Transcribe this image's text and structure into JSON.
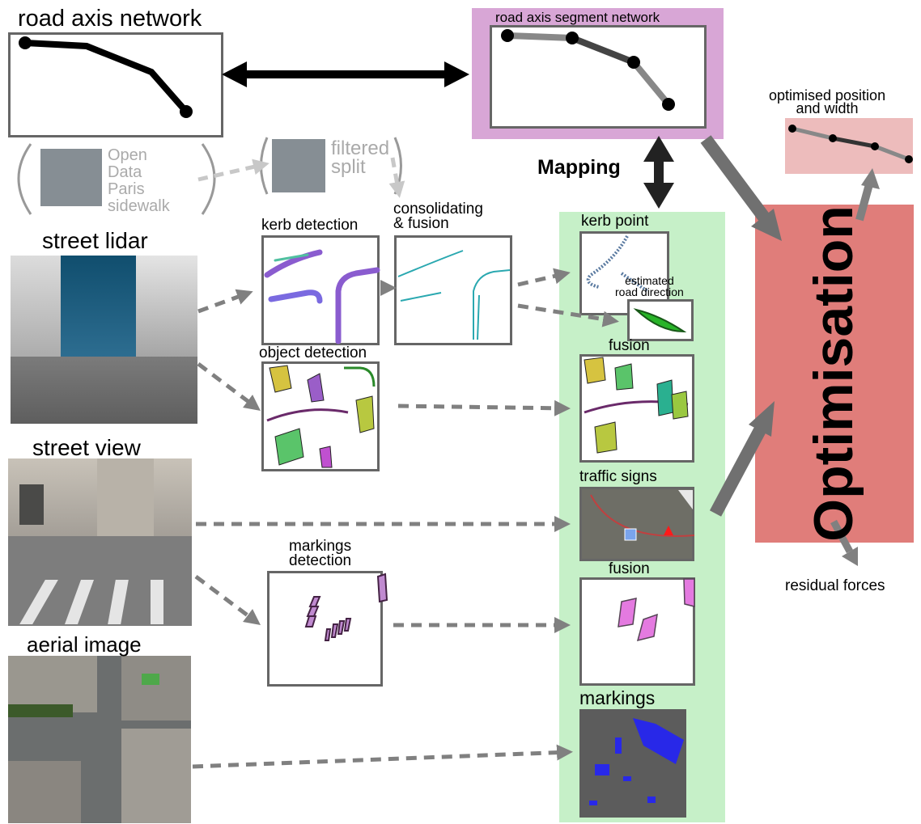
{
  "colors": {
    "mapping_panel": "#c6f0c8",
    "segment_panel": "#d8a6d6",
    "optimisation_panel": "#e07d7a",
    "optimised_panel": "#edbcbc",
    "arrow_gray": "#808080",
    "box_border": "#666666"
  },
  "labels": {
    "road_axis_network": "road axis network",
    "road_axis_segment_network": "road axis segment network",
    "open_data_paris_sidewalk": [
      "Open",
      "Data",
      "Paris",
      "sidewalk"
    ],
    "filtered_split": [
      "filtered",
      "split"
    ],
    "mapping": "Mapping",
    "optimised_position": [
      "optimised position",
      "and width"
    ],
    "street_lidar": "street lidar",
    "kerb_detection": "kerb detection",
    "consolidating_fusion": [
      "consolidating",
      "& fusion"
    ],
    "kerb_point": "kerb point",
    "estimated_road_direction": [
      "estimated",
      "road direction"
    ],
    "object_detection": "object detection",
    "fusion_1": "fusion",
    "street_view": "street view",
    "traffic_signs": "traffic signs",
    "markings_detection": [
      "markings",
      "detection"
    ],
    "fusion_2": "fusion",
    "aerial_image": "aerial image",
    "markings": "markings",
    "optimisation": "Optimisation",
    "residual_forces": "residual forces"
  },
  "icons": {
    "lidar_image": "street-lidar-photo",
    "street_view_image": "street-view-photo",
    "aerial_image": "aerial-photo",
    "sidewalk_thumb": "sidewalk-thumbnail",
    "traffic_sign": "triangle-warning-icon"
  }
}
